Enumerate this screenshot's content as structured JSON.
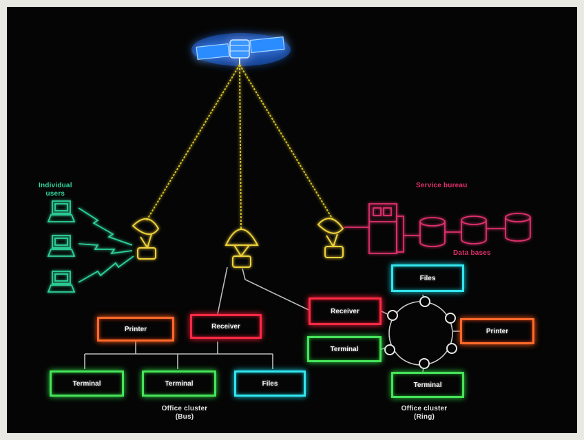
{
  "labels": {
    "individual_users": "Individual\nusers",
    "service_bureau": "Service bureau",
    "data_bases": "Data bases",
    "office_bus_title": "Office cluster",
    "office_bus_sub": "(Bus)",
    "office_ring_title": "Office cluster",
    "office_ring_sub": "(Ring)"
  },
  "bus_cluster": {
    "printer": "Printer",
    "receiver": "Receiver",
    "terminal_1": "Terminal",
    "terminal_2": "Terminal",
    "files": "Files"
  },
  "ring_cluster": {
    "files": "Files",
    "receiver": "Receiver",
    "printer": "Printer",
    "terminal_1": "Terminal",
    "terminal_2": "Terminal"
  },
  "colors": {
    "background": "#050505",
    "satellite": "#3fa4ff",
    "uplink": "#d8c12a",
    "users": "#2fd39a",
    "service": "#e0306e"
  },
  "icons": [
    "satellite-icon",
    "dish-antenna-icon",
    "computer-terminal-icon",
    "lightning-link-icon",
    "server-cabinet-icon",
    "database-cylinder-icon"
  ]
}
